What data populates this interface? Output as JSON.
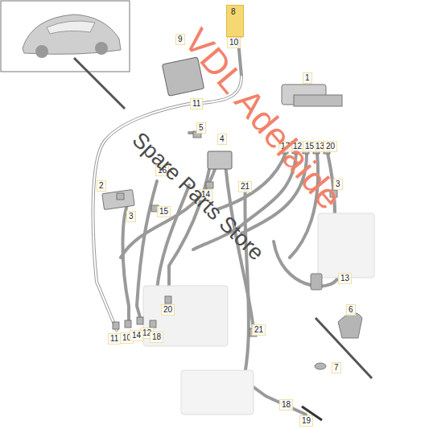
{
  "diagram": {
    "nodes": [
      {
        "text": [
          "8"
        ]
      }
    ],
    "labels": [
      "1",
      "2",
      "3",
      "3",
      "4",
      "5",
      "6",
      "7",
      "9",
      "10",
      "10",
      "11",
      "11",
      "12",
      "12",
      "13",
      "13",
      "14",
      "14",
      "15",
      "15",
      "16",
      "17",
      "18",
      "18",
      "19",
      "20",
      "20",
      "21",
      "21",
      "VDL Adelaide",
      "Spare Parts Store"
    ]
  }
}
